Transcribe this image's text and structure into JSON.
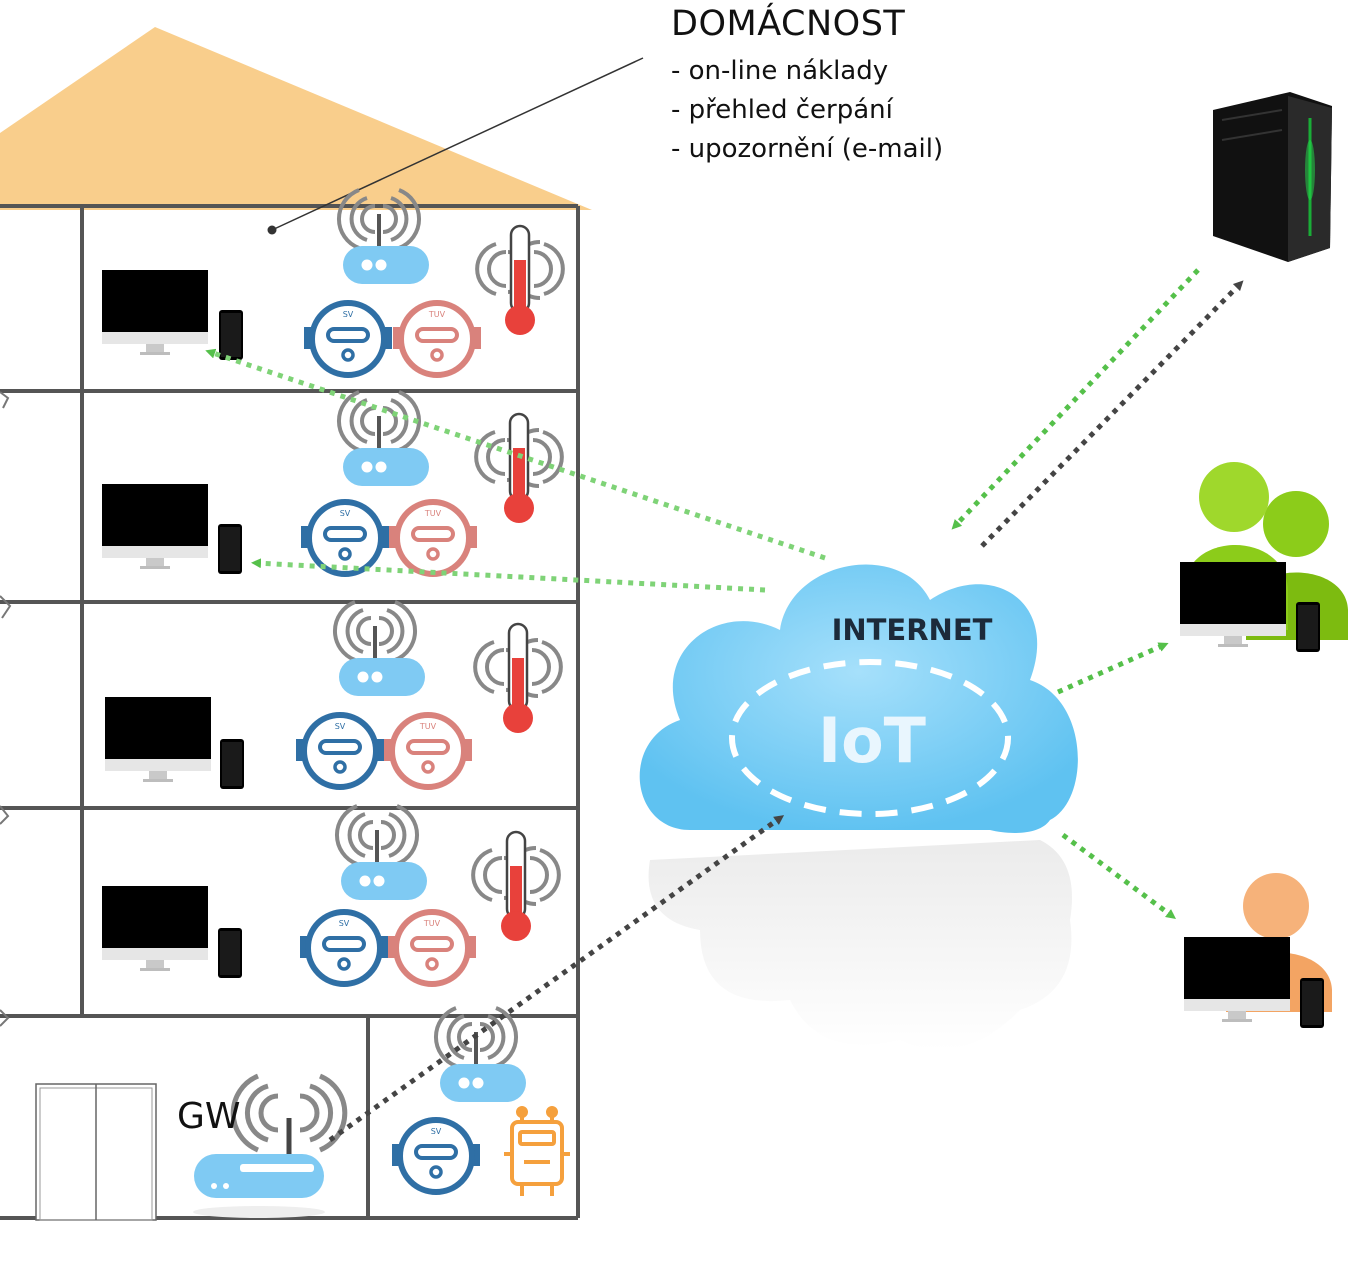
{
  "callout": {
    "title": "DOMÁCNOST",
    "items": [
      "- on-line náklady",
      "- přehled čerpání",
      "- upozornění (e-mail)"
    ]
  },
  "cloud": {
    "label": "INTERNET",
    "inner_label": "IoT"
  },
  "gateway": {
    "label": "GW"
  },
  "meters": {
    "cold_label": "SV",
    "hot_label": "TUV"
  },
  "icons": {
    "server": "server-tower-icon",
    "users": "user-group-icon",
    "user": "user-icon",
    "thermometer": "thermometer-icon",
    "router": "router-icon",
    "monitor": "monitor-icon",
    "phone": "smartphone-icon",
    "heat-meter": "heat-meter-icon",
    "elevator": "elevator-icon"
  },
  "colors": {
    "roof": "#f9ce8c",
    "wall": "#555555",
    "cloud": "#7fd0f6",
    "cold_meter": "#2f6fa5",
    "hot_meter": "#d9827c",
    "thermo": "#e8413b",
    "arrow_green": "#55c04a",
    "arrow_dark": "#444444",
    "user_green": "#8ccc1a",
    "user_orange": "#f6b27a",
    "router": "#7fcaf3"
  }
}
